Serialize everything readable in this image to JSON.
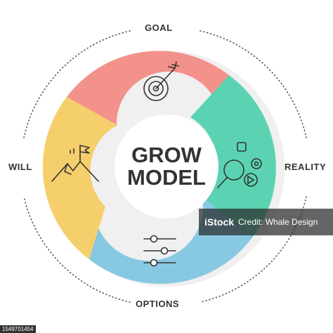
{
  "diagram": {
    "center_title_line1": "GROW",
    "center_title_line2": "MODEL",
    "stages": [
      {
        "label": "GOAL",
        "color": "#f3928b",
        "icon": "target-with-arrow-icon"
      },
      {
        "label": "REALITY",
        "color": "#5bd3b2",
        "icon": "magnifier-with-shapes-icon"
      },
      {
        "label": "OPTIONS",
        "color": "#87c8e3",
        "icon": "sliders-icon"
      },
      {
        "label": "WILL",
        "color": "#f6cf6d",
        "icon": "mountain-flag-icon"
      }
    ]
  },
  "watermark": {
    "logo_text": "iStock",
    "credit_text": "Credit: Whale Design"
  },
  "image_id": "1549701454"
}
